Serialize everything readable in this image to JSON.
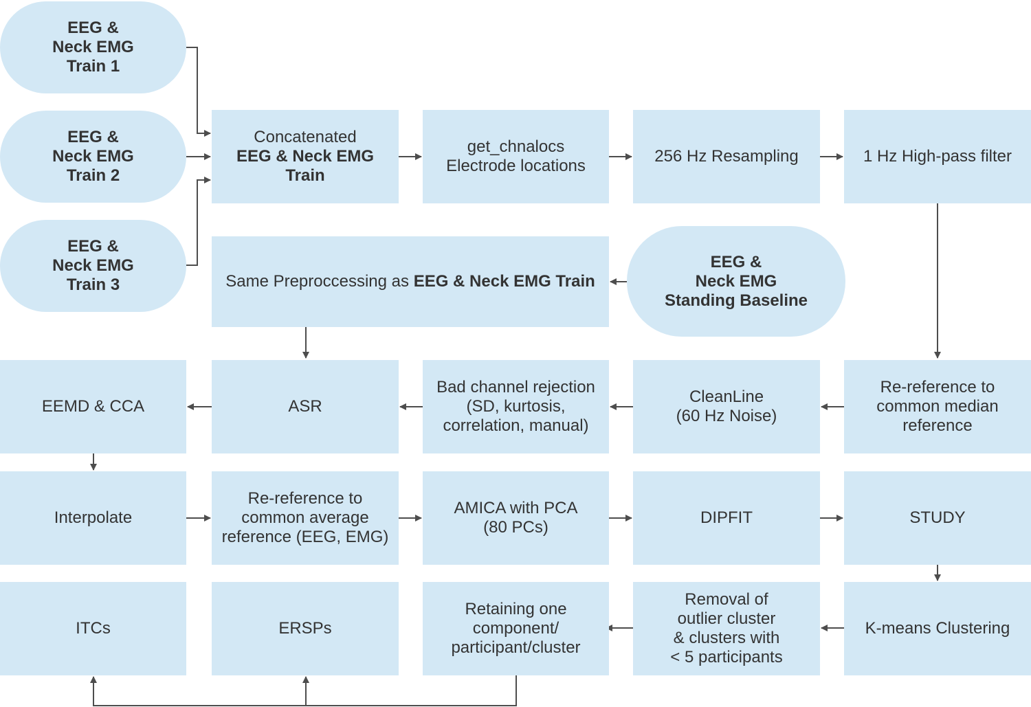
{
  "colors": {
    "box_fill": "#d3e8f5",
    "text": "#333333",
    "arrow": "#4d4d4d"
  },
  "nodes": {
    "train1": {
      "lines": [
        "EEG &",
        "Neck EMG",
        "Train 1"
      ]
    },
    "train2": {
      "lines": [
        "EEG &",
        "Neck EMG",
        "Train 2"
      ]
    },
    "train3": {
      "lines": [
        "EEG &",
        "Neck EMG",
        "Train 3"
      ]
    },
    "concatenated": {
      "line1": "Concatenated",
      "line2": "EEG & Neck EMG",
      "line3": "Train"
    },
    "chanlocs": {
      "line1": "get_chnalocs",
      "line2": "Electrode locations"
    },
    "resampling": {
      "label": "256 Hz Resampling"
    },
    "highpass": {
      "label": "1 Hz High-pass filter"
    },
    "same_preproc": {
      "prefix": "Same Preproccessing as ",
      "bold": "EEG & Neck EMG Train"
    },
    "baseline": {
      "lines": [
        "EEG &",
        "Neck EMG",
        "Standing Baseline"
      ]
    },
    "eemd": {
      "label": "EEMD & CCA"
    },
    "asr": {
      "label": "ASR"
    },
    "badchan": {
      "lines": [
        "Bad channel rejection",
        "(SD, kurtosis,",
        "correlation, manual)"
      ]
    },
    "cleanline": {
      "lines": [
        "CleanLine",
        "(60 Hz Noise)"
      ]
    },
    "reref_median": {
      "lines": [
        "Re-reference to",
        "common median",
        "reference"
      ]
    },
    "interpolate": {
      "label": "Interpolate"
    },
    "reref_avg": {
      "lines": [
        "Re-reference to",
        "common average",
        "reference (EEG, EMG)"
      ]
    },
    "amica": {
      "lines": [
        "AMICA with PCA",
        "(80 PCs)"
      ]
    },
    "dipfit": {
      "label": "DIPFIT"
    },
    "study": {
      "label": "STUDY"
    },
    "itcs": {
      "label": "ITCs"
    },
    "ersps": {
      "label": "ERSPs"
    },
    "retaining": {
      "lines": [
        "Retaining one",
        "component/",
        "participant/cluster"
      ]
    },
    "removal": {
      "lines": [
        "Removal of",
        "outlier cluster",
        "& clusters with",
        "< 5 participants"
      ]
    },
    "kmeans": {
      "label": "K-means Clustering"
    }
  }
}
